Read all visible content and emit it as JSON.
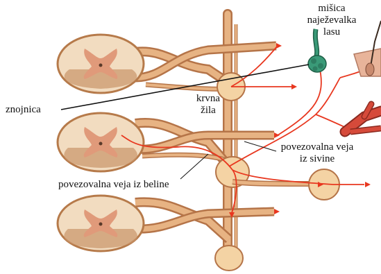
{
  "labels": {
    "muscle_line1": "mišica",
    "muscle_line2": "naježevalka",
    "muscle_line3": "lasu",
    "sweat_gland": "znojnica",
    "blood_vessel_line1": "krvna",
    "blood_vessel_line2": "žila",
    "gray_ramus_line1": "povezovalna veja",
    "gray_ramus_line2": "iz sivine",
    "white_ramus": "povezovalna veja iz beline"
  },
  "colors": {
    "cord_outer": "#f2dcc0",
    "cord_rim": "#b67a4a",
    "gray_matter": "#e09a7a",
    "nerve": "#e0a878",
    "nerve_shade": "#b57448",
    "ganglion": "#f4d3a4",
    "fiber": "#e8371f",
    "gland": "#3a9a78",
    "vessel": "#d64a3a",
    "skin": "#e8b49a"
  }
}
